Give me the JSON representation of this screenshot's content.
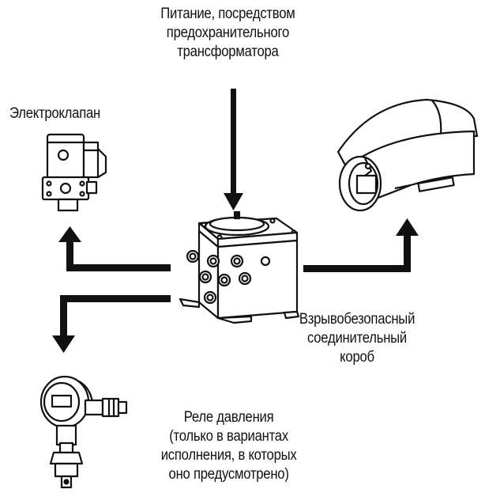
{
  "labels": {
    "power": [
      "Питание, посредством",
      "предохранительного",
      "трансформатора"
    ],
    "solenoid_valve": "Электроклапан",
    "junction_box": [
      "Взрывобезопасный",
      "соединительный",
      "короб"
    ],
    "pressure_switch": [
      "Реле давления",
      "(только в вариантах",
      "исполнения, в которых",
      "оно предусмотрено)"
    ]
  },
  "colors": {
    "line": "#111111",
    "arrow": "#111111",
    "background": "#ffffff"
  },
  "icons": [
    "solenoid-valve-icon",
    "junction-box-icon",
    "camera-housing-icon",
    "pressure-switch-icon"
  ]
}
